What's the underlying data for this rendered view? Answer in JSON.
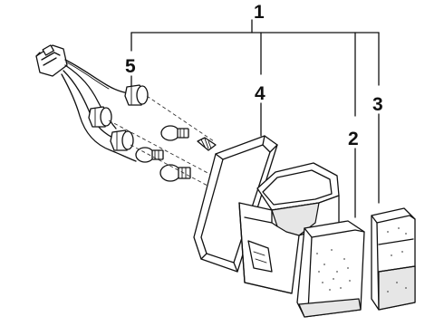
{
  "callouts": {
    "c1": "1",
    "c2": "2",
    "c3": "3",
    "c4": "4",
    "c5": "5"
  },
  "parts": [
    {
      "callout": "1",
      "part": "rear-combination-lamp-assembly"
    },
    {
      "callout": "2",
      "part": "main-lens"
    },
    {
      "callout": "3",
      "part": "outer-lens"
    },
    {
      "callout": "4",
      "part": "housing-gasket"
    },
    {
      "callout": "5",
      "part": "bulb-socket-and-wiring-harness"
    }
  ],
  "colors": {
    "line": "#111111",
    "background": "#ffffff",
    "shade": "#e6e6e6"
  }
}
